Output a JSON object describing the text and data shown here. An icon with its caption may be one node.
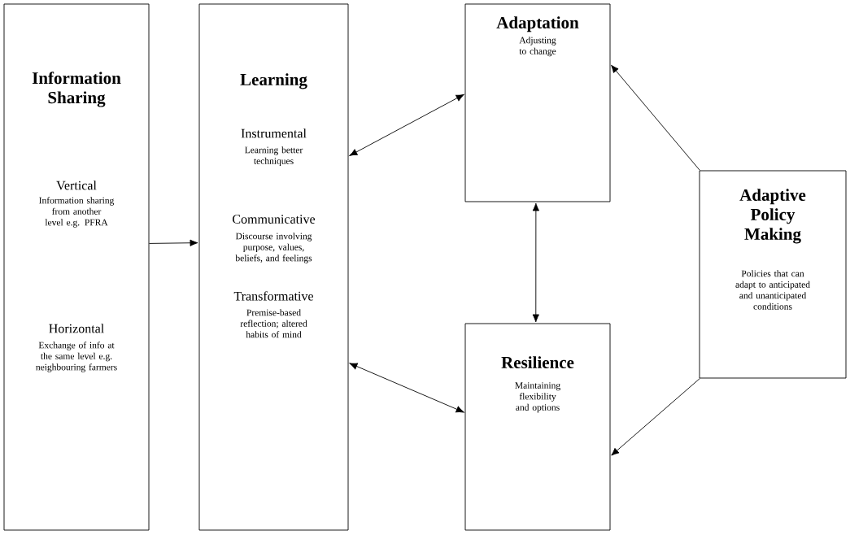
{
  "diagram": {
    "nodes": [
      {
        "text": [
          "Information Sharing",
          "Vertical",
          "Information sharing from another level e.g. PFRA",
          "Horizontal",
          "Exchange of info at the same level e.g. neighbouring farmers"
        ]
      },
      {
        "text": [
          "Learning",
          "Instrumental",
          "Learning better techniques",
          "Communicative",
          "Discourse involving purpose, values, beliefs, and feelings",
          "Transformative",
          "Premise-based reflection; altered habits of mind"
        ]
      },
      {
        "text": [
          "Adaptation",
          "Adjusting to change"
        ]
      },
      {
        "text": [
          "Resilience",
          "Maintaining flexibility and options"
        ]
      },
      {
        "text": [
          "Adaptive Policy Making",
          "Policies that can adapt to anticipated and unanticipated conditions"
        ]
      }
    ],
    "edges": [
      {
        "from": 0,
        "to": 1,
        "arrow": "to"
      },
      {
        "from": 1,
        "to": 2,
        "arrow": "both"
      },
      {
        "from": 2,
        "to": 3,
        "arrow": "both"
      },
      {
        "from": 1,
        "to": 3,
        "arrow": "both"
      },
      {
        "from": 4,
        "to": 2,
        "arrow": "to"
      },
      {
        "from": 4,
        "to": 3,
        "arrow": "to"
      }
    ]
  }
}
